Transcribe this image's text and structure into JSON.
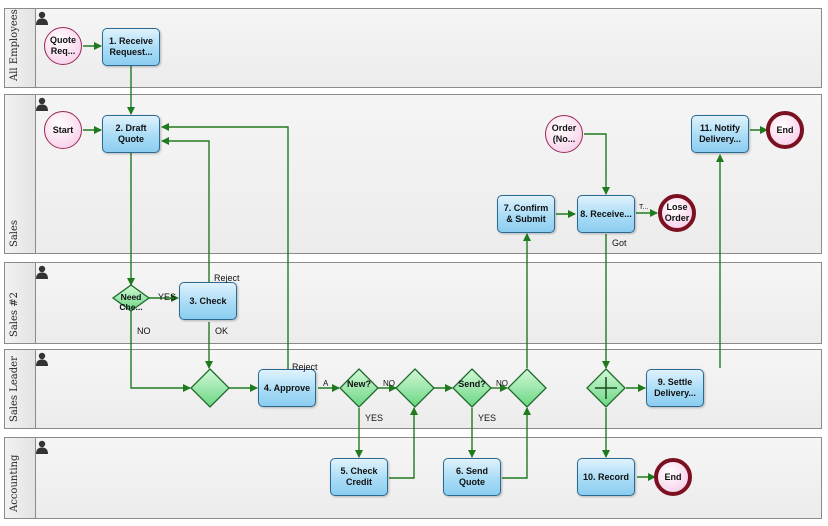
{
  "lanes": [
    {
      "label": "All Employees"
    },
    {
      "label": "Sales"
    },
    {
      "label": "Sales #2"
    },
    {
      "label": "Sales Leader"
    },
    {
      "label": "Accounting"
    }
  ],
  "events": {
    "quote_request": "Quote Req...",
    "start": "Start",
    "order": "Order (No...",
    "end_sales": "End",
    "lose_order": "Lose Order",
    "end_accounting": "End"
  },
  "tasks": {
    "t1": "1. Receive Request...",
    "t2": "2. Draft Quote",
    "t3": "3. Check",
    "t4": "4. Approve",
    "t5": "5. Check Credit",
    "t6": "6. Send Quote",
    "t7": "7. Confirm & Submit",
    "t8": "8. Receive...",
    "t9": "9. Settle Delivery...",
    "t10": "10. Record",
    "t11": "11. Notify Delivery..."
  },
  "gateways": {
    "need_check": "Need Che...",
    "new": "New?",
    "send": "Send?"
  },
  "flow_labels": {
    "yes_check": "YES",
    "no_check": "NO",
    "reject_check": "Reject",
    "ok_check": "OK",
    "reject_approve": "Reject",
    "a_approve": "A",
    "yes_new": "YES",
    "no_new": "NO",
    "yes_send": "YES",
    "no_send": "NO",
    "got": "Got",
    "lose_t": "T..."
  },
  "colors": {
    "flow": "#1f7a1f",
    "task_border": "#2a6a92",
    "gateway_fill": "#8de89a",
    "gateway_border": "#1f6a2a",
    "start_border": "#9a2b55",
    "end_border": "#7a1020"
  }
}
